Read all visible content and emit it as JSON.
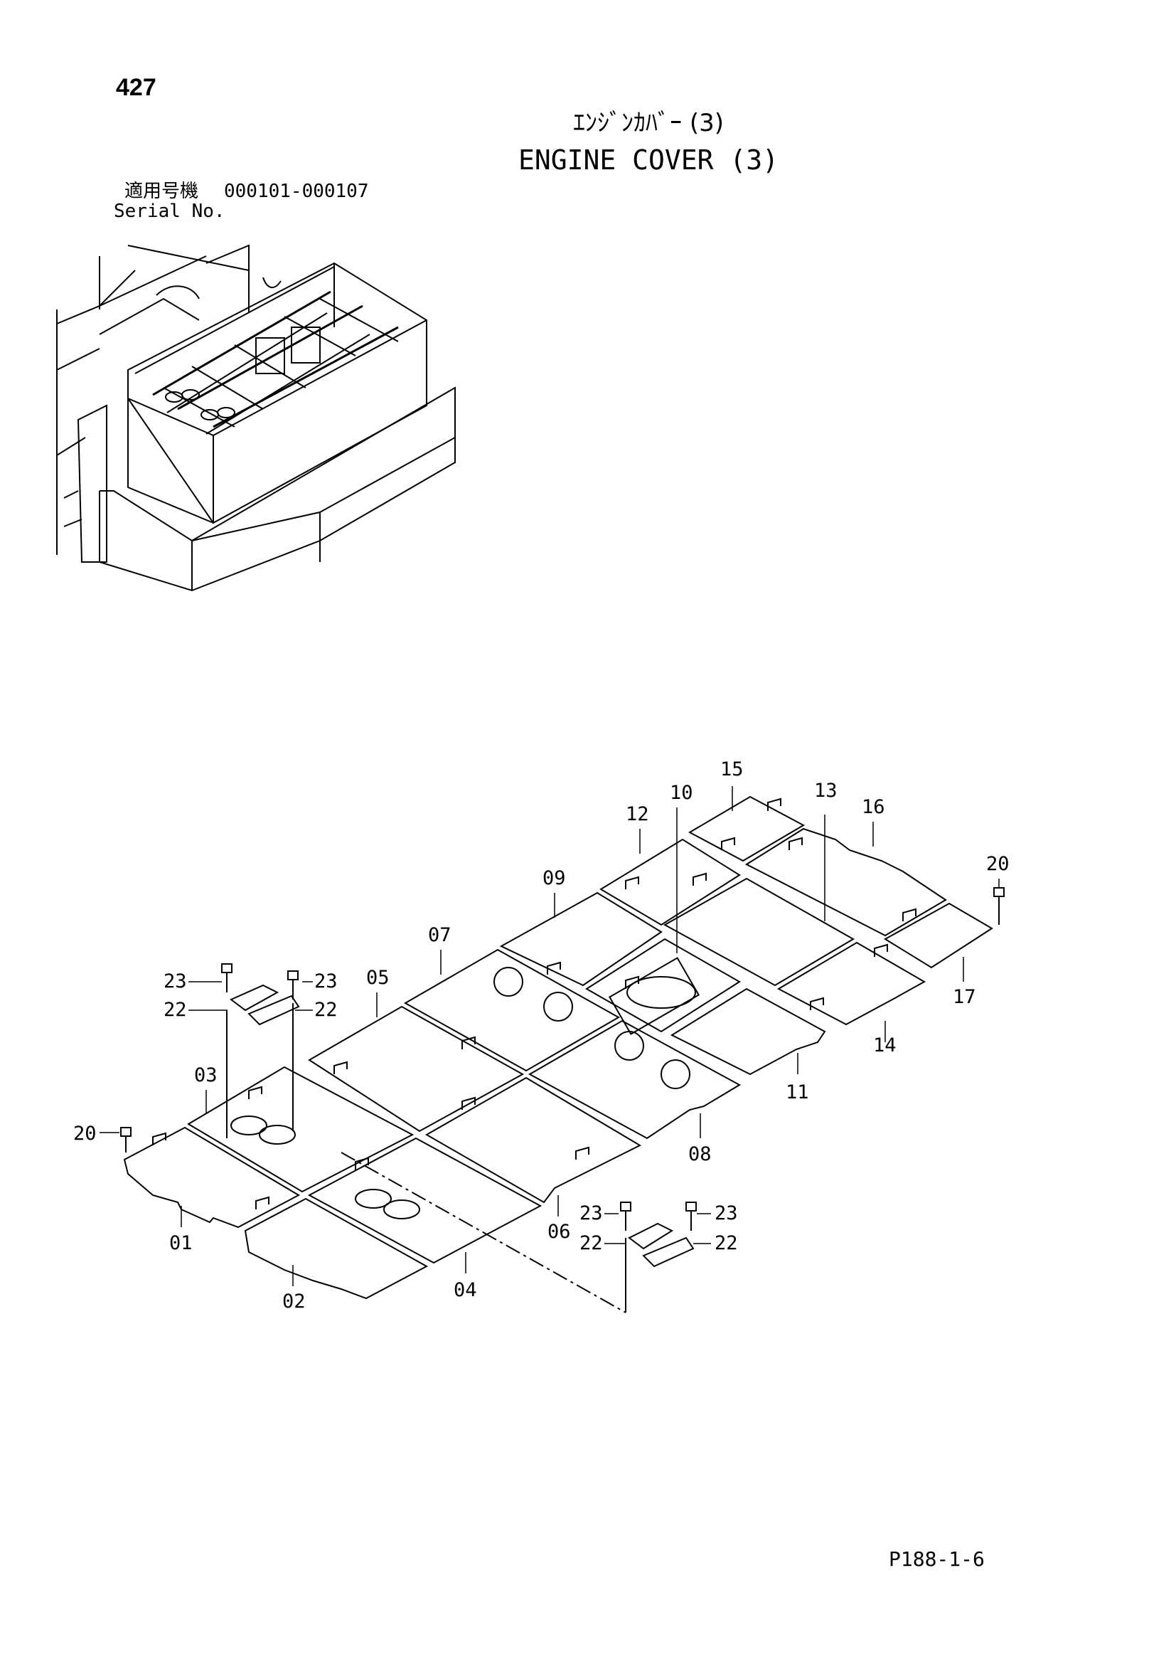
{
  "page_number": "427",
  "title_jp": "ｴﾝｼﾞﾝｶﾊﾞｰ (3)",
  "title_en": "ENGINE COVER (3)",
  "serial": {
    "label_jp": "適用号機",
    "range": "000101-000107",
    "label_en": "Serial No."
  },
  "footer_code": "P188-1-6",
  "callouts": {
    "c01": "01",
    "c02": "02",
    "c03": "03",
    "c04": "04",
    "c05": "05",
    "c06": "06",
    "c07": "07",
    "c08": "08",
    "c09": "09",
    "c10": "10",
    "c11": "11",
    "c12": "12",
    "c13": "13",
    "c14": "14",
    "c15": "15",
    "c16": "16",
    "c17": "17",
    "c20a": "20",
    "c20b": "20",
    "c22a": "22",
    "c22b": "22",
    "c22c": "22",
    "c22d": "22",
    "c23a": "23",
    "c23b": "23",
    "c23c": "23",
    "c23d": "23"
  }
}
